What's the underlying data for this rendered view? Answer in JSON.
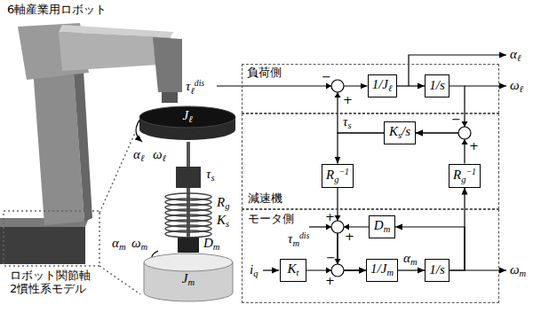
{
  "diagram": {
    "nodes": [
      {
        "text": [
          "負荷側"
        ]
      },
      {
        "text": [
          "1/Jℓ"
        ],
        "in": 0
      },
      {
        "text": [
          "1/s"
        ],
        "in": 0
      },
      {
        "text": [
          "減速機"
        ]
      },
      {
        "text": [
          "Ks/s"
        ],
        "in": 3
      },
      {
        "text": [
          "Rg−1"
        ],
        "in": 3
      },
      {
        "text": [
          "Rg−1"
        ],
        "in": 3
      },
      {
        "text": [
          "モータ側"
        ]
      },
      {
        "text": [
          "Dm"
        ],
        "in": 7
      },
      {
        "text": [
          "Kt"
        ],
        "in": 7
      },
      {
        "text": [
          "1/Jm"
        ],
        "in": 7
      },
      {
        "text": [
          "1/s"
        ],
        "in": 7
      },
      {
        "text": [
          "Jℓ"
        ]
      },
      {
        "text": [
          "Jm"
        ]
      }
    ],
    "edges": [
      {
        "from": 1,
        "to": 2,
        "arrow": "to"
      },
      {
        "from": 2,
        "to": 4,
        "arrow": "to"
      },
      {
        "from": 6,
        "to": 4,
        "arrow": "to"
      },
      {
        "from": 4,
        "to": 1,
        "arrow": "to"
      },
      {
        "from": 4,
        "to": 5,
        "arrow": "to"
      },
      {
        "from": 5,
        "to": 10,
        "arrow": "to"
      },
      {
        "from": 8,
        "to": 10,
        "arrow": "to"
      },
      {
        "from": 9,
        "to": 10,
        "arrow": "to"
      },
      {
        "from": 10,
        "to": 11,
        "arrow": "to"
      },
      {
        "from": 11,
        "to": 6,
        "arrow": "to"
      },
      {
        "from": 11,
        "to": 8,
        "arrow": "to"
      }
    ],
    "labels": [
      "6軸産業用ロボット",
      "ロボット関節軸 2慣性系モデル",
      "αℓ",
      "ωℓ",
      "τs",
      "Rg",
      "Ks",
      "αm",
      "ωm",
      "Dm",
      "τℓdis",
      "αℓ",
      "ωℓ",
      "τs",
      "τmdis",
      "iq",
      "αm",
      "ωm",
      "−",
      "+",
      "−",
      "+",
      "+",
      "+",
      "−",
      "+"
    ]
  }
}
